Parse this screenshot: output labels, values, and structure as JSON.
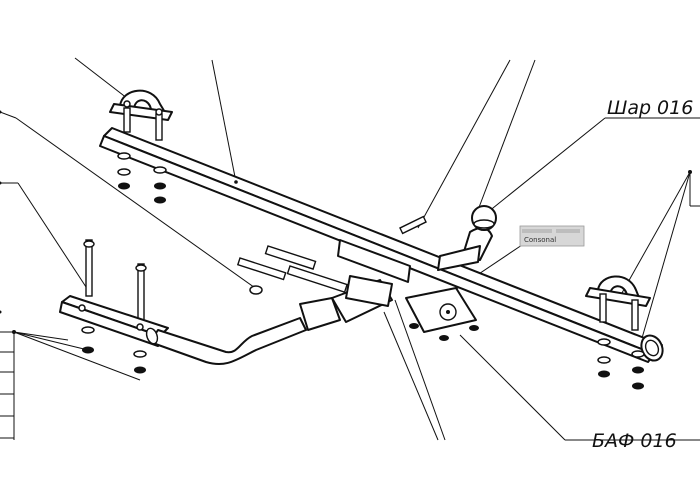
{
  "labels": {
    "ball_label": "Шар 016",
    "bracket_label": "БАФ 016"
  },
  "stamp": {
    "text": "Consonal"
  },
  "colors": {
    "ink": "#111111",
    "paper": "#ffffff",
    "stamp_gray": "#d7d7d7"
  }
}
